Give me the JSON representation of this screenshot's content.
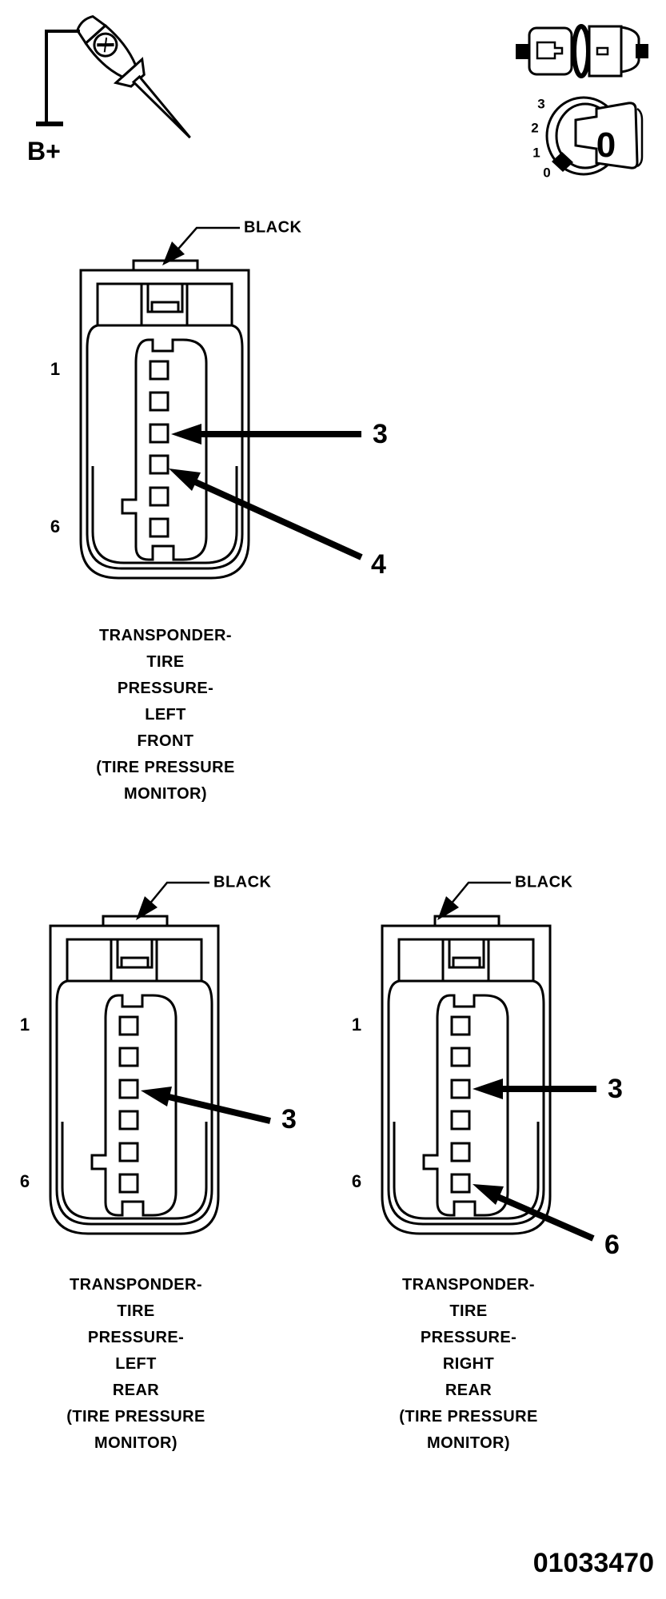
{
  "page": {
    "part_number": "01033470"
  },
  "colors": {
    "ink": "#000000",
    "paper": "#ffffff"
  },
  "legend": {
    "probe_label": "B+",
    "dial_scale": [
      "3",
      "2",
      "1",
      "0"
    ],
    "dial_window_value": "0"
  },
  "figures": [
    {
      "wire_color_label": "BLACK",
      "first_pin": "1",
      "last_pin": "6",
      "callout_a": "3",
      "callout_b": "4",
      "caption": [
        "TRANSPONDER-",
        "TIRE",
        "PRESSURE-",
        "LEFT",
        "FRONT",
        "(TIRE PRESSURE",
        "MONITOR)"
      ]
    },
    {
      "wire_color_label": "BLACK",
      "first_pin": "1",
      "last_pin": "6",
      "callout_a": "3",
      "caption": [
        "TRANSPONDER-",
        "TIRE",
        "PRESSURE-",
        "LEFT",
        "REAR",
        "(TIRE PRESSURE",
        "MONITOR)"
      ]
    },
    {
      "wire_color_label": "BLACK",
      "first_pin": "1",
      "last_pin": "6",
      "callout_a": "3",
      "callout_b": "6",
      "caption": [
        "TRANSPONDER-",
        "TIRE",
        "PRESSURE-",
        "RIGHT",
        "REAR",
        "(TIRE PRESSURE",
        "MONITOR)"
      ]
    }
  ]
}
